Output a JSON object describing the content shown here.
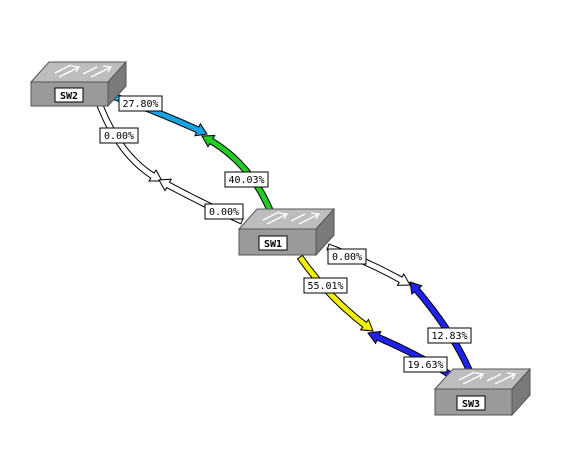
{
  "nodes": {
    "sw1": {
      "label": "SW1"
    },
    "sw2": {
      "label": "SW2"
    },
    "sw3": {
      "label": "SW3"
    }
  },
  "links": {
    "sw2_to_sw1_inner": {
      "label": "27.80%",
      "color": "#1aa3e0"
    },
    "sw1_to_sw2_inner": {
      "label": "40.03%",
      "color": "#22cc22"
    },
    "sw2_to_sw1_outer": {
      "label": "0.00%",
      "color": "#ffffff"
    },
    "sw1_to_sw2_outer": {
      "label": "0.00%",
      "color": "#ffffff"
    },
    "sw1_to_sw3_upper": {
      "label": "0.00%",
      "color": "#ffffff"
    },
    "sw3_to_sw1_upper": {
      "label": "12.83%",
      "color": "#2222ee"
    },
    "sw1_to_sw3_lower": {
      "label": "55.01%",
      "color": "#f0f000"
    },
    "sw3_to_sw1_lower": {
      "label": "19.63%",
      "color": "#2222ee"
    }
  },
  "colors": {
    "switch_top": "#bdbdbd",
    "switch_front": "#9a9a9a",
    "switch_side": "#7a7a7a"
  }
}
